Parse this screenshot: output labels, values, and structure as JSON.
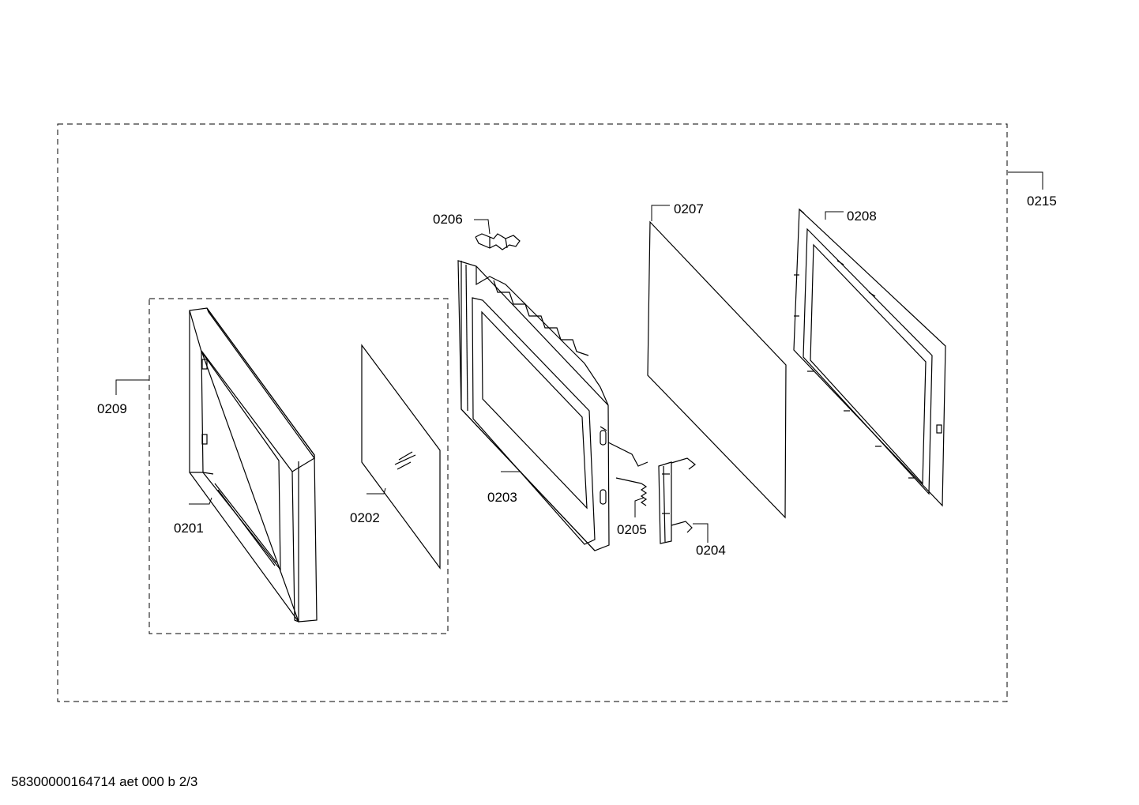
{
  "parts": {
    "p0201": "0201",
    "p0202": "0202",
    "p0203": "0203",
    "p0204": "0204",
    "p0205": "0205",
    "p0206": "0206",
    "p0207": "0207",
    "p0208": "0208",
    "p0209": "0209",
    "p0215": "0215"
  },
  "footer": {
    "drawing_code": "58300000164714 aet 000 b 2/3"
  },
  "colors": {
    "line": "#000000",
    "background": "#ffffff"
  }
}
